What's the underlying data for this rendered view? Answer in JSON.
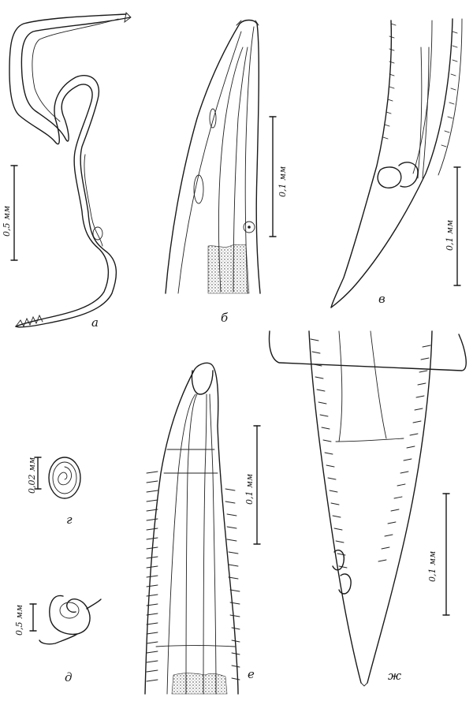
{
  "figures": {
    "a": {
      "label": "а",
      "scale": "0,5 мм"
    },
    "b": {
      "label": "б",
      "scale": "0,1 мм"
    },
    "v": {
      "label": "в",
      "scale": "0,1 мм"
    },
    "g": {
      "label": "г",
      "scale": "0,02 мм"
    },
    "d": {
      "label": "д",
      "scale": "0,5 мм"
    },
    "e": {
      "label": "е",
      "scale": "0,1 мм"
    },
    "zh": {
      "label": "ж",
      "scale": "0,1 мм"
    }
  },
  "colors": {
    "ink": "#1a1a1a",
    "paper": "#ffffff"
  }
}
